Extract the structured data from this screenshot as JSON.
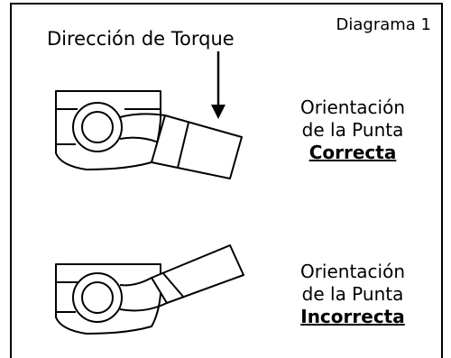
{
  "diagram_label": "Diagrama 1",
  "torque_direction_label": "Dirección de Torque",
  "correct": {
    "line1": "Orientación",
    "line2": "de la Punta",
    "verdict": "Correcta"
  },
  "incorrect": {
    "line1": "Orientación",
    "line2": "de la Punta",
    "verdict": "Incorrecta"
  }
}
